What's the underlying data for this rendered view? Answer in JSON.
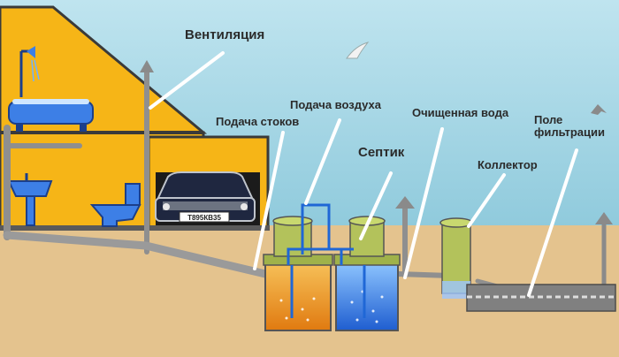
{
  "labels": {
    "ventilation": "Вентиляция",
    "air_supply": "Подача воздуха",
    "waste_inlet": "Подача стоков",
    "clean_water": "Очищенная вода",
    "septic": "Септик",
    "collector": "Коллектор",
    "filter_field": "Поле\nфильтрации"
  },
  "car": {
    "plate": "Т895КВ35"
  },
  "colors": {
    "sky": "#9fd3e6",
    "ground": "#e8c994",
    "house": "#f6b517",
    "tank_dirty": "#f29a1a",
    "tank_clean": "#3a7fe0",
    "tank_top": "#9fb24a",
    "pipe": "#9a9a9a",
    "air_pipe": "#1f67d6"
  },
  "icons": [
    "bathtub-icon",
    "shower-icon",
    "sink-icon",
    "toilet-icon",
    "car-icon",
    "bird-icon"
  ]
}
